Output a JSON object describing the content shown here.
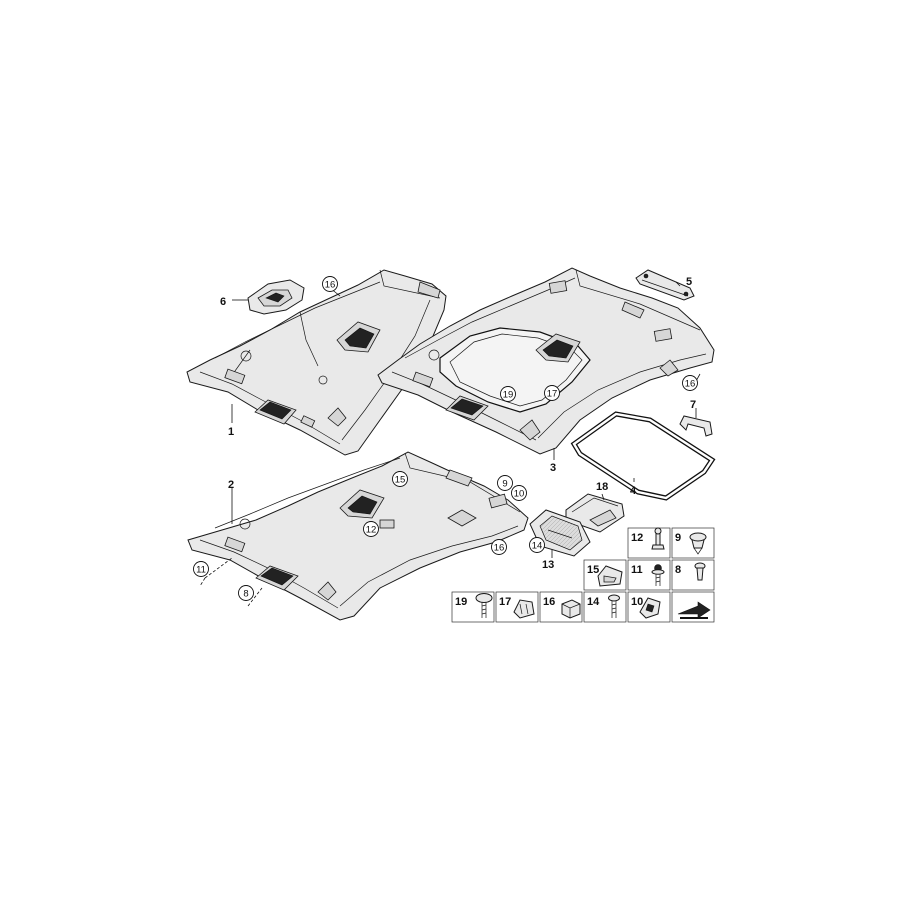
{
  "callouts": {
    "c1": "1",
    "c2": "2",
    "c3": "3",
    "c4": "4",
    "c5": "5",
    "c6": "6",
    "c7": "7",
    "c8": "8",
    "c9": "9",
    "c10": "10",
    "c11": "11",
    "c12": "12",
    "c13": "13",
    "c14": "14",
    "c15": "15",
    "c16a": "16",
    "c16b": "16",
    "c16c": "16",
    "c17": "17",
    "c18": "18",
    "c19": "19"
  },
  "parts_table": {
    "cells": [
      {
        "id": "12",
        "label": "12"
      },
      {
        "id": "9",
        "label": "9"
      },
      {
        "id": "15",
        "label": "15"
      },
      {
        "id": "11",
        "label": "11"
      },
      {
        "id": "8",
        "label": "8"
      },
      {
        "id": "19",
        "label": "19"
      },
      {
        "id": "17",
        "label": "17"
      },
      {
        "id": "16",
        "label": "16"
      },
      {
        "id": "14",
        "label": "14"
      },
      {
        "id": "10",
        "label": "10"
      }
    ]
  }
}
